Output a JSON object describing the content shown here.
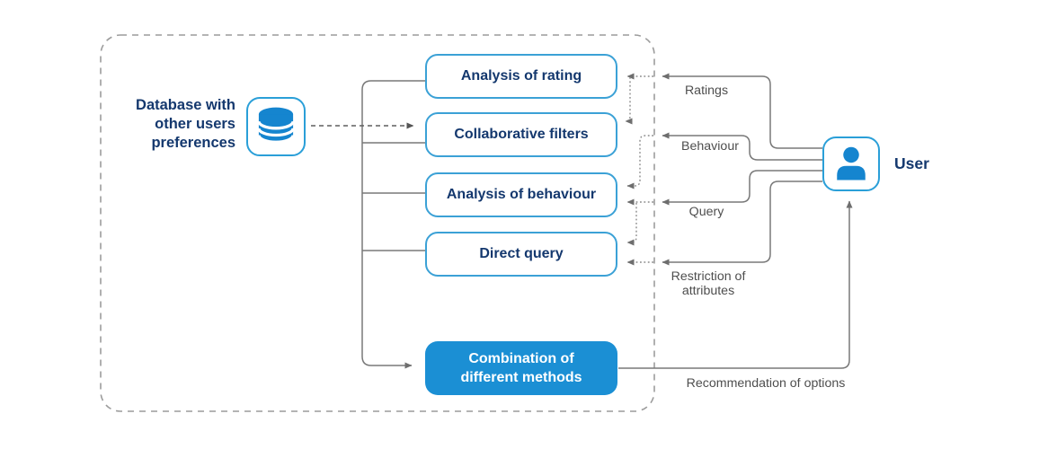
{
  "diagram": {
    "database": {
      "label": "Database with other users preferences"
    },
    "methods": [
      {
        "label": "Analysis of rating"
      },
      {
        "label": "Collaborative filters"
      },
      {
        "label": "Analysis of behaviour"
      },
      {
        "label": "Direct query"
      }
    ],
    "combination": {
      "label": "Combination of different methods"
    },
    "user": {
      "label": "User"
    },
    "flows": [
      {
        "label": "Ratings"
      },
      {
        "label": "Behaviour"
      },
      {
        "label": "Query"
      },
      {
        "label": "Restriction of attributes"
      },
      {
        "label": "Recommendation of options"
      }
    ],
    "colors": {
      "accent_blue_fill": "#1b8fd4",
      "icon_blue": "#1585cf",
      "box_border_blue": "#3ba1d6",
      "tile_border_blue": "#2a9fd8",
      "navy_text": "#14386e",
      "line_gray": "#787878",
      "label_gray": "#4e4e4e",
      "dashed_border_gray": "#9c9c9c"
    }
  }
}
